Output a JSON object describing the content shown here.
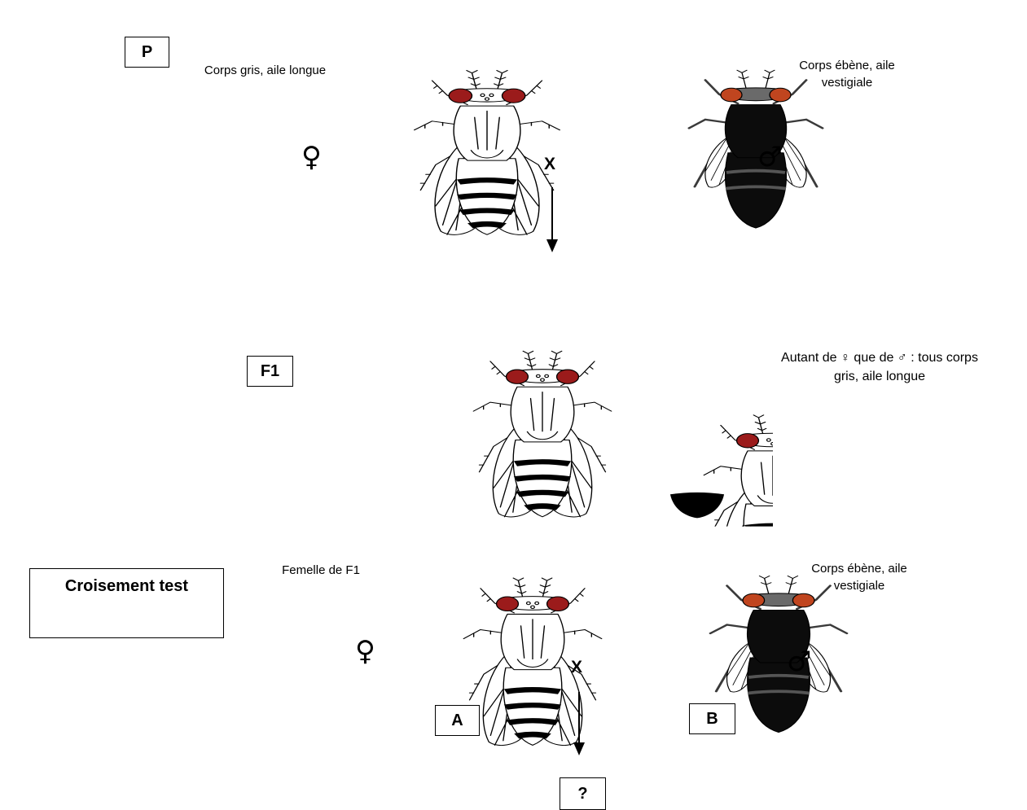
{
  "generations": {
    "parent_label": "P",
    "f1_label": "F1",
    "testcross_label": "Croisement test",
    "offspring_label": "?"
  },
  "parents": {
    "female_phenotype": "Corps gris, aile longue",
    "male_phenotype_line1": "Corps ébène, aile",
    "male_phenotype_line2": "vestigiale"
  },
  "f1": {
    "description_line1": "Autant de ♀ que de ♂ : tous corps",
    "description_line2": "gris, aile longue"
  },
  "testcross": {
    "female_label": "Femelle de F1",
    "male_phenotype_line1": "Corps ébène, aile",
    "male_phenotype_line2": "vestigiale",
    "fly_a_label": "A",
    "fly_b_label": "B"
  },
  "symbols": {
    "cross": "X",
    "female": "♀",
    "male": "♂"
  },
  "colors": {
    "wild_eye": "#9b1b1b",
    "ebony_eye": "#c0451f",
    "ebony_body": "#0c0c0c",
    "ebony_thorax": "#6a6a6a"
  }
}
